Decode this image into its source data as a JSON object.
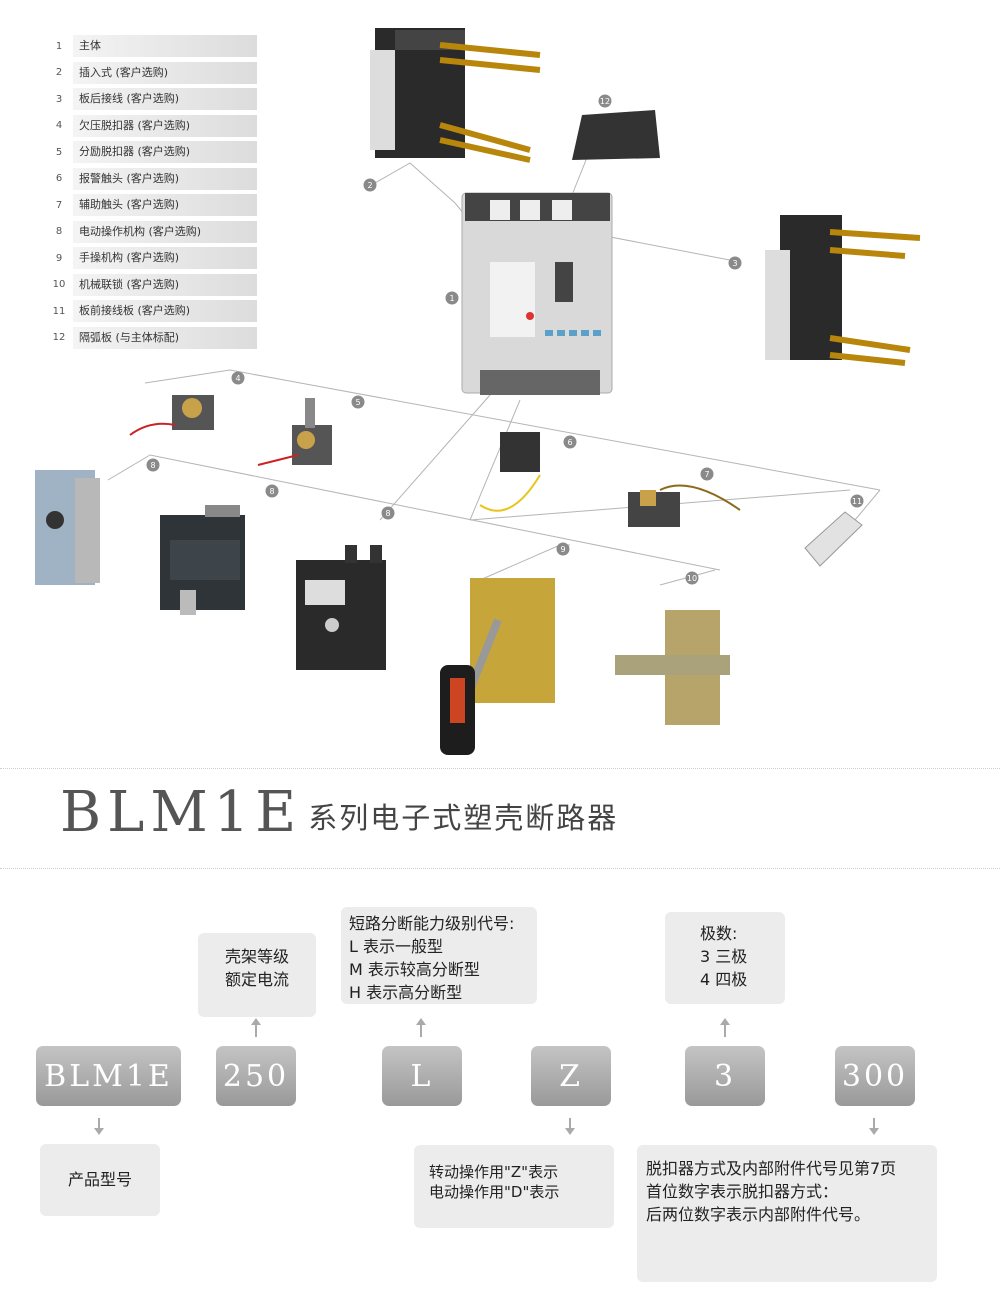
{
  "legend": [
    {
      "num": "1",
      "label": "主体"
    },
    {
      "num": "2",
      "label": "插入式 (客户选购)"
    },
    {
      "num": "3",
      "label": "板后接线 (客户选购)"
    },
    {
      "num": "4",
      "label": "欠压脱扣器 (客户选购)"
    },
    {
      "num": "5",
      "label": "分励脱扣器 (客户选购)"
    },
    {
      "num": "6",
      "label": "报警触头 (客户选购)"
    },
    {
      "num": "7",
      "label": "辅助触头 (客户选购)"
    },
    {
      "num": "8",
      "label": "电动操作机构 (客户选购)"
    },
    {
      "num": "9",
      "label": "手操机构 (客户选购)"
    },
    {
      "num": "10",
      "label": "机械联锁 (客户选购)"
    },
    {
      "num": "11",
      "label": "板前接线板 (客户选购)"
    },
    {
      "num": "12",
      "label": "隔弧板 (与主体标配)"
    }
  ],
  "callouts": [
    "1",
    "2",
    "3",
    "4",
    "5",
    "6",
    "7",
    "8",
    "8",
    "8",
    "9",
    "10",
    "11",
    "12"
  ],
  "title": {
    "model": "BLM1E",
    "text": "系列电子式塑壳断路器"
  },
  "codes": [
    "BLM1E",
    "250",
    "L",
    "Z",
    "3",
    "300"
  ],
  "info": {
    "frame": [
      "壳架等级",
      "额定电流"
    ],
    "breaking": [
      "短路分断能力级别代号:",
      "L 表示一般型",
      "M 表示较高分断型",
      "H 表示高分断型"
    ],
    "poles": [
      "极数:",
      "3 三极",
      "4 四极"
    ],
    "product": "产品型号",
    "operation": [
      "转动操作用\"Z\"表示",
      "电动操作用\"D\"表示"
    ],
    "release": [
      "脱扣器方式及内部附件代号见第7页",
      "首位数字表示脱扣器方式：",
      "后两位数字表示内部附件代号。"
    ]
  },
  "colors": {
    "code_box": "#a9a9a9",
    "info_box": "#ececec",
    "line": "#b0b0b0",
    "callout": "#8a8a8a"
  }
}
